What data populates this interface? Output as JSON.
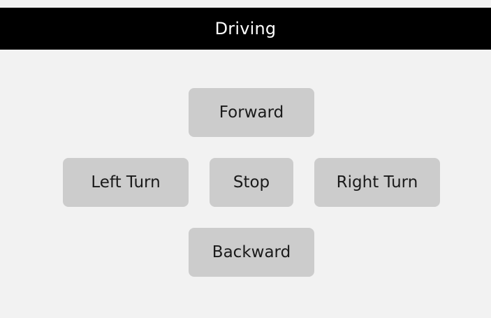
{
  "header": {
    "title": "Driving"
  },
  "controls": {
    "forward": "Forward",
    "left_turn": "Left Turn",
    "stop": "Stop",
    "right_turn": "Right Turn",
    "backward": "Backward"
  },
  "colors": {
    "background": "#f2f2f2",
    "header_background": "#000000",
    "header_text": "#ffffff",
    "button_background": "#cccccc",
    "button_text": "#1a1a1a"
  }
}
